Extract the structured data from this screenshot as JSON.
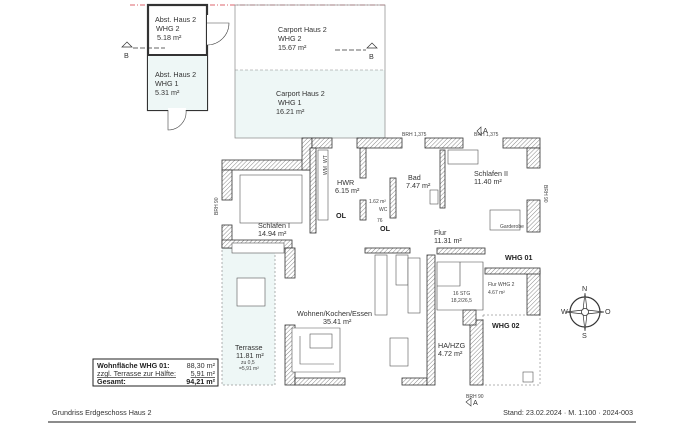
{
  "outbuildings": {
    "storage_whg2": {
      "name": "Abst. Haus 2",
      "unit": "WHG 2",
      "area": "5.18 m²"
    },
    "storage_whg1": {
      "name": "Abst. Haus 2",
      "unit": "WHG 1",
      "area": "5.31 m²"
    },
    "carport_whg2": {
      "name": "Carport Haus 2",
      "unit": "WHG 2",
      "area": "15.67 m²"
    },
    "carport_whg1": {
      "name": "Carport Haus 2",
      "unit": "WHG 1",
      "area": "16.21 m²"
    },
    "section_marker": "B"
  },
  "rooms": {
    "hwr": {
      "name": "HWR",
      "area": "6.15 m²"
    },
    "bad": {
      "name": "Bad",
      "area": "7.47 m²"
    },
    "schlafen2": {
      "name": "Schlafen II",
      "area": "11.40 m²"
    },
    "wc": {
      "name": "WC",
      "area": "1.62 m²",
      "door_width": "76"
    },
    "schlafen1": {
      "name": "Schlafen I",
      "area": "14.94 m²"
    },
    "flur": {
      "name": "Flur",
      "area": "11.31 m²"
    },
    "wohnen": {
      "name": "Wohnen/Kochen/Essen",
      "area": "35.41 m²"
    },
    "terrasse": {
      "name": "Terrasse",
      "area": "11.81 m²",
      "note1": "zu 0,5",
      "note2": "=5,91 m²"
    },
    "flur_whg2": {
      "name": "Flur WHG 2",
      "area": "4.67 m²"
    },
    "ha_hzg": {
      "name": "HA/HZG",
      "area": "4.72 m²"
    },
    "stairs": {
      "steps": "16 STG",
      "ratio": "18,2/26,5"
    }
  },
  "labels": {
    "ol": "OL",
    "whg01": "WHG 01",
    "whg02": "WHG 02",
    "garderobe": "Garderobe",
    "brh1": "BRH 1,375",
    "brh2": "BRH 1,375",
    "brh3": "BRH 90",
    "brh4": "BRH 90",
    "brh5": "BRH 90",
    "wm": "WM",
    "wt": "WT",
    "section_a": "A"
  },
  "summary": {
    "row1_label": "Wohnfläche WHG 01:",
    "row1_value": "88,30 m²",
    "row2_label": "zzgl. Terrasse zur Hälfte:",
    "row2_value": "5,91 m²",
    "row3_label": "Gesamt:",
    "row3_value": "94,21 m²"
  },
  "compass": {
    "n": "N",
    "s": "S",
    "w": "W",
    "o": "O"
  },
  "footer": {
    "title": "Grundriss Erdgeschoss Haus 2",
    "stand": "Stand: 23.02.2024 · M. 1:100 · 2024-003"
  }
}
